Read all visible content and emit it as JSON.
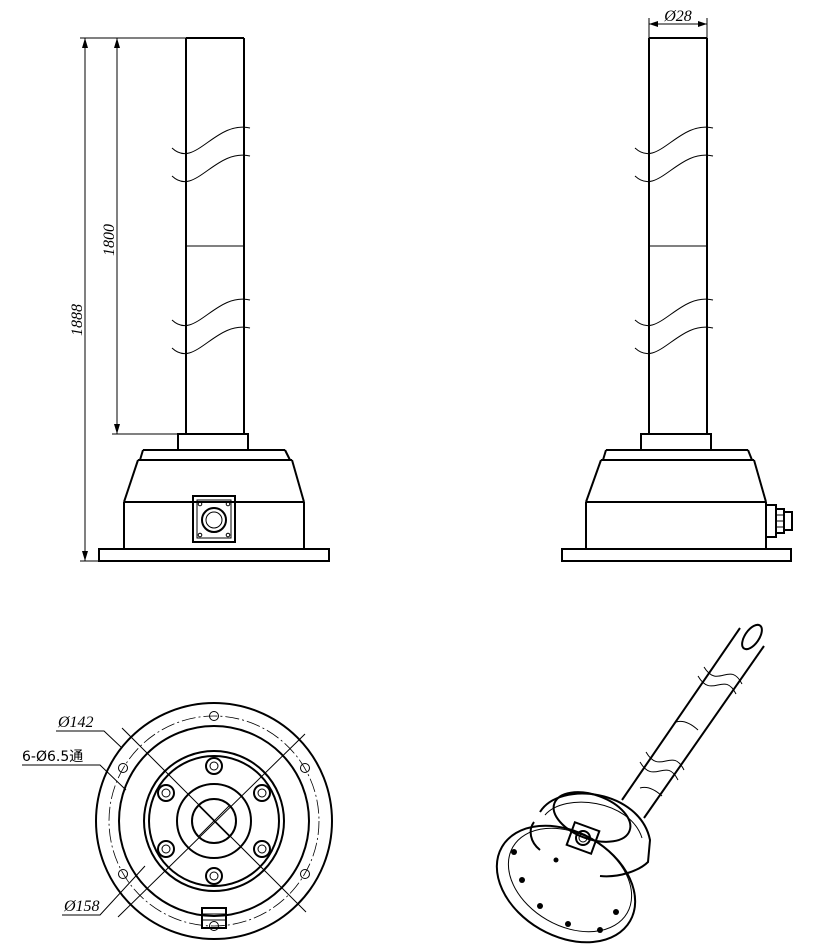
{
  "dimensions": {
    "overall_height": "1888",
    "pole_height": "1800",
    "pole_diameter": "Ø28",
    "bolt_circle": "Ø142",
    "holes": "6-Ø6.5通",
    "base_diameter": "Ø158"
  }
}
